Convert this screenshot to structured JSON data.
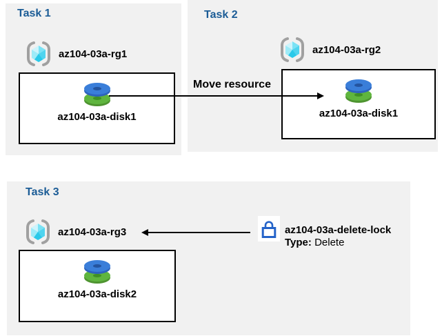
{
  "tasks": [
    {
      "title": "Task 1",
      "resource_group": "az104-03a-rg1",
      "resource": "az104-03a-disk1"
    },
    {
      "title": "Task 2",
      "resource_group": "az104-03a-rg2",
      "resource": "az104-03a-disk1"
    },
    {
      "title": "Task 3",
      "resource_group": "az104-03a-rg3",
      "resource": "az104-03a-disk2"
    }
  ],
  "annotations": {
    "move_arrow_label": "Move resource",
    "lock_name": "az104-03a-delete-lock",
    "lock_type_label": "Type:",
    "lock_type_value": "Delete"
  },
  "icons": {
    "resource_group": "resource-group-icon",
    "disk": "disk-icon",
    "lock": "lock-icon"
  },
  "colors": {
    "panel_bg": "#f1f1f1",
    "task_title_blue": "#1b5c96",
    "disk_blue": "#3a7ed9",
    "disk_green": "#5fb53e",
    "cube_cyan": "#50d8ef",
    "bracket_gray": "#a0a0a0",
    "lock_blue": "#2463c9",
    "arrow_black": "#000000",
    "box_border": "#000000"
  }
}
